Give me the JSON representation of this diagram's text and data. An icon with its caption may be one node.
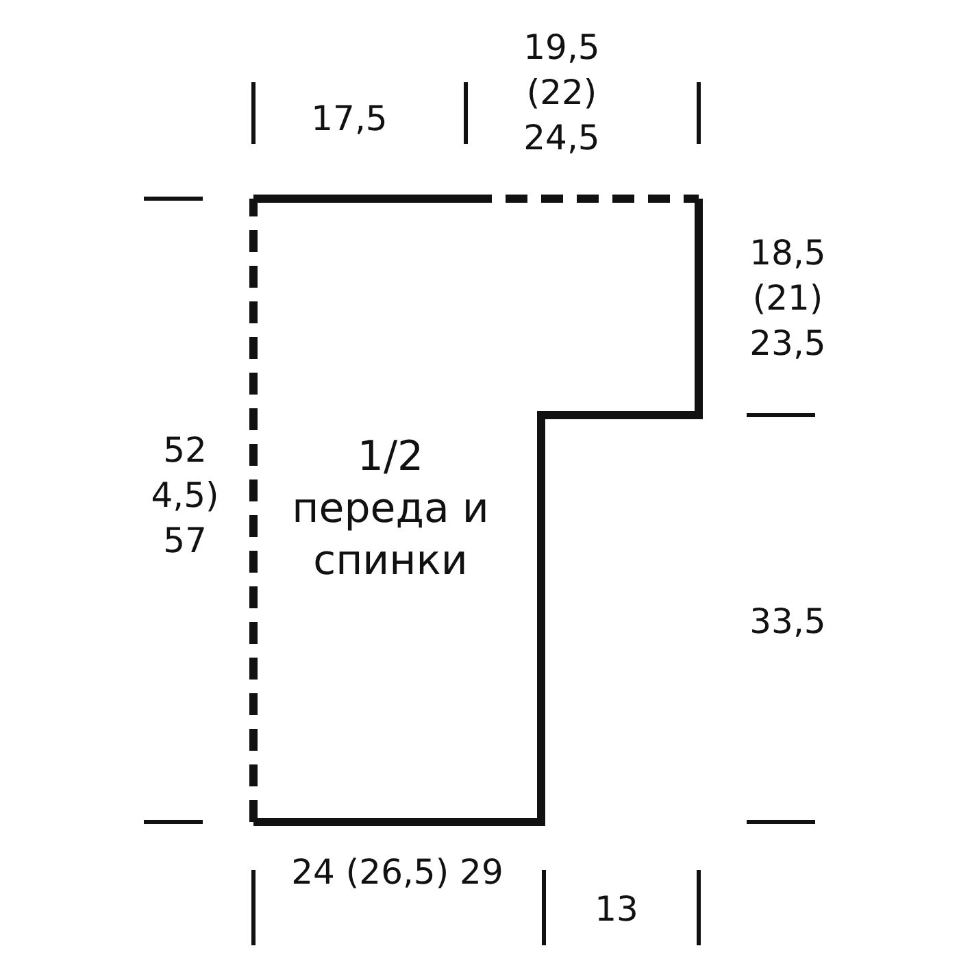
{
  "diagram": {
    "nodes": [
      {
        "text": [
          "1/2 переда и спинки"
        ]
      }
    ],
    "edges": [],
    "labels": [
      "19,5 (22) 24,5",
      "17,5",
      "18,5 (21) 23,5",
      "52 4,5) 57",
      "33,5",
      "24 (26,5) 29",
      "13"
    ]
  }
}
